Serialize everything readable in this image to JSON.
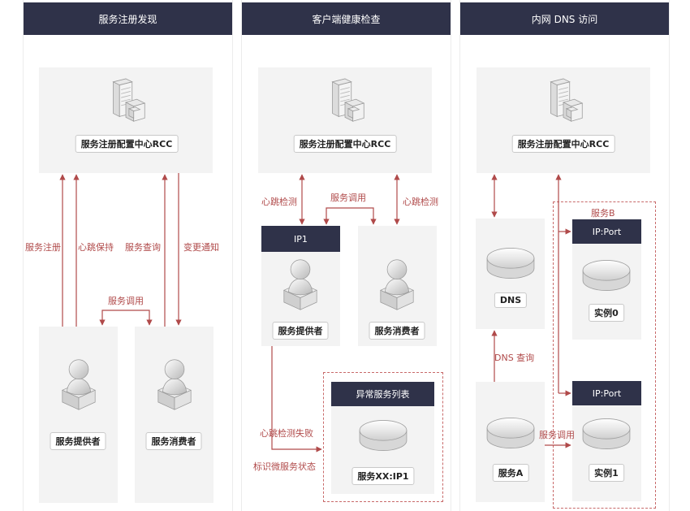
{
  "panels": {
    "discovery": {
      "title": "服务注册发现",
      "server_label": "服务注册配置中心RCC",
      "provider_label": "服务提供者",
      "consumer_label": "服务消费者",
      "arrows": {
        "register": "服务注册",
        "heartbeat": "心跳保持",
        "query": "服务查询",
        "notify": "变更通知",
        "invoke": "服务调用"
      }
    },
    "health": {
      "title": "客户端健康检查",
      "server_label": "服务注册配置中心RCC",
      "provider_header": "IP1",
      "provider_label": "服务提供者",
      "consumer_label": "服务消费者",
      "abnormal_header": "异常服务列表",
      "abnormal_label": "服务XX:IP1",
      "arrows": {
        "heartbeat_left": "心跳检测",
        "heartbeat_right": "心跳检测",
        "invoke": "服务调用",
        "heartbeat_fail": "心跳检测失败",
        "mark_status": "标识微服务状态"
      }
    },
    "dns": {
      "title": "内网 DNS 访问",
      "server_label": "服务注册配置中心RCC",
      "dns_label": "DNS",
      "service_a_label": "服务A",
      "group_label": "服务B",
      "instance0_header": "IP:Port",
      "instance0_label": "实例0",
      "instance1_header": "IP:Port",
      "instance1_label": "实例1",
      "arrows": {
        "dns_query": "DNS 查询",
        "invoke": "服务调用"
      }
    }
  },
  "colors": {
    "header_bg": "#2f3249",
    "arrow": "#b04a4a",
    "box_bg": "#f3f3f3"
  },
  "icons": [
    "server-icon",
    "user-icon",
    "database-icon"
  ]
}
